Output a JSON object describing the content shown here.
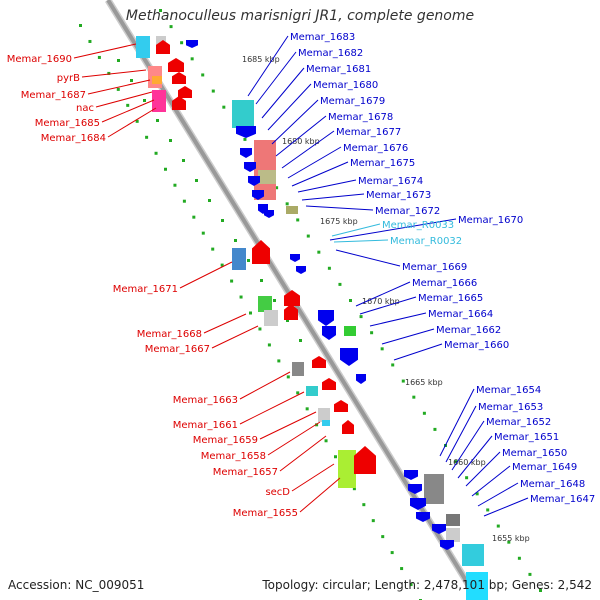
{
  "title": "Methanoculleus marisnigri JR1, complete genome",
  "footer": {
    "accession": "Accession: NC_009051",
    "summary": "Topology: circular; Length: 2,478,101 bp; Genes: 2,542"
  },
  "colors": {
    "forward_label": "#dd0000",
    "reverse_label": "#0000cc",
    "rna_label": "#33bbdd",
    "backbone": "#999999",
    "tick": "#22aa22"
  },
  "ruler": [
    "1685 kbp",
    "1680 kbp",
    "1675 kbp",
    "1670 kbp",
    "1665 kbp",
    "1660 kbp",
    "1655 kbp"
  ],
  "left_labels": [
    "Memar_1690",
    "pyrB",
    "Memar_1687",
    "nac",
    "Memar_1685",
    "Memar_1684",
    "Memar_1671",
    "Memar_1668",
    "Memar_1667",
    "Memar_1663",
    "Memar_1661",
    "Memar_1659",
    "Memar_1658",
    "Memar_1657",
    "secD",
    "Memar_1655"
  ],
  "right_labels": [
    "Memar_1683",
    "Memar_1682",
    "Memar_1681",
    "Memar_1680",
    "Memar_1679",
    "Memar_1678",
    "Memar_1677",
    "Memar_1676",
    "Memar_1675",
    "Memar_1674",
    "Memar_1673",
    "Memar_1672",
    "Memar_1670",
    "Memar_R0033",
    "Memar_R0032",
    "Memar_1669",
    "Memar_1666",
    "Memar_1665",
    "Memar_1664",
    "Memar_1662",
    "Memar_1660",
    "Memar_1654",
    "Memar_1653",
    "Memar_1652",
    "Memar_1651",
    "Memar_1650",
    "Memar_1649",
    "Memar_1648",
    "Memar_1647"
  ]
}
